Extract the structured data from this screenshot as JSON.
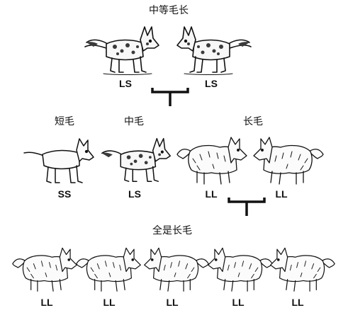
{
  "generation_1": {
    "title": "中等毛长",
    "dogs": [
      {
        "coat": "medium",
        "facing": "right",
        "genotype": "LS"
      },
      {
        "coat": "medium",
        "facing": "left",
        "genotype": "LS"
      }
    ]
  },
  "generation_2": {
    "labels": {
      "short": "短毛",
      "medium": "中毛",
      "long": "长毛"
    },
    "dogs": [
      {
        "coat": "short",
        "facing": "right",
        "genotype": "SS"
      },
      {
        "coat": "medium",
        "facing": "right",
        "genotype": "LS"
      },
      {
        "coat": "long",
        "facing": "right",
        "genotype": "LL"
      },
      {
        "coat": "long",
        "facing": "left",
        "genotype": "LL"
      }
    ]
  },
  "generation_3": {
    "title": "全是长毛",
    "dogs": [
      {
        "coat": "long",
        "facing": "right",
        "genotype": "LL"
      },
      {
        "coat": "long",
        "facing": "right",
        "genotype": "LL"
      },
      {
        "coat": "long",
        "facing": "left",
        "genotype": "LL"
      },
      {
        "coat": "long",
        "facing": "left",
        "genotype": "LL"
      },
      {
        "coat": "long",
        "facing": "left",
        "genotype": "LL"
      }
    ]
  },
  "colors": {
    "ink": "#111111",
    "medium_spots": "#3a3a3a",
    "background": "#ffffff"
  },
  "icons": [
    "medium-coat-dog-icon",
    "short-coat-dog-icon",
    "long-coat-dog-icon",
    "cross-bracket-icon"
  ]
}
